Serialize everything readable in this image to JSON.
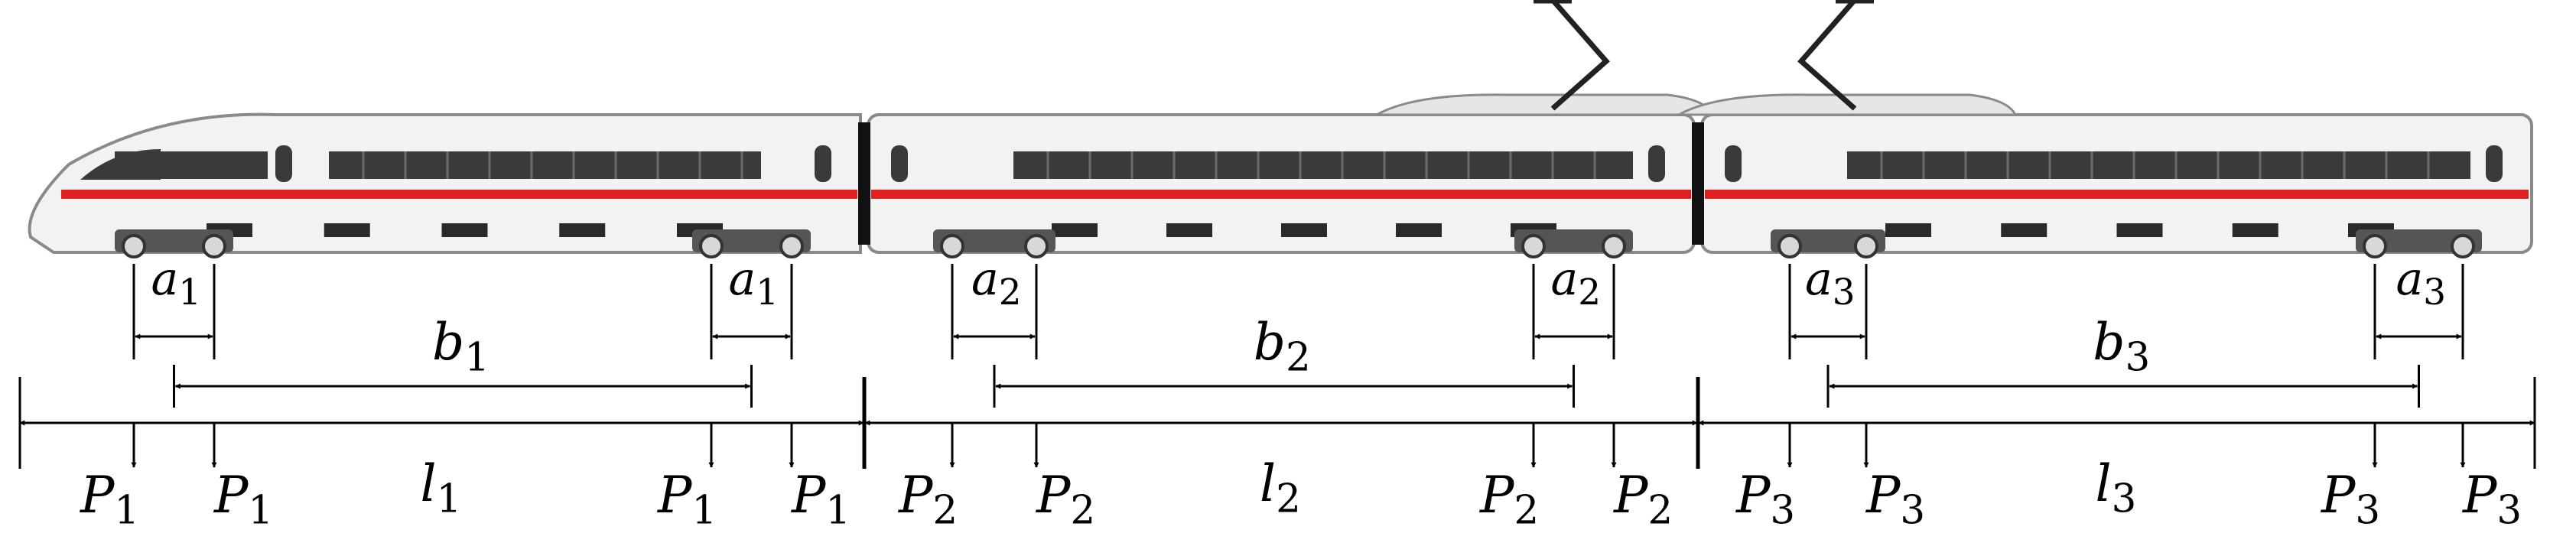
{
  "colors": {
    "car_body": "#f2f2f2",
    "car_outline": "#8a8a8a",
    "stripe": "#e02020",
    "window": "#3a3a3a",
    "bogie": "#555555",
    "line": "#000000"
  },
  "cars": [
    {
      "a_label": "a",
      "a_sub": "1",
      "b_label": "b",
      "b_sub": "1",
      "l_label": "l",
      "l_sub": "1",
      "p_labels": [
        {
          "label": "P",
          "sub": "1"
        },
        {
          "label": "P",
          "sub": "1"
        },
        {
          "label": "P",
          "sub": "1"
        },
        {
          "label": "P",
          "sub": "1"
        }
      ]
    },
    {
      "a_label": "a",
      "a_sub": "2",
      "b_label": "b",
      "b_sub": "2",
      "l_label": "l",
      "l_sub": "2",
      "p_labels": [
        {
          "label": "P",
          "sub": "2"
        },
        {
          "label": "P",
          "sub": "2"
        },
        {
          "label": "P",
          "sub": "2"
        },
        {
          "label": "P",
          "sub": "2"
        }
      ]
    },
    {
      "a_label": "a",
      "a_sub": "3",
      "b_label": "b",
      "b_sub": "3",
      "l_label": "l",
      "l_sub": "3",
      "p_labels": [
        {
          "label": "P",
          "sub": "3"
        },
        {
          "label": "P",
          "sub": "3"
        },
        {
          "label": "P",
          "sub": "3"
        },
        {
          "label": "P",
          "sub": "3"
        }
      ]
    }
  ]
}
